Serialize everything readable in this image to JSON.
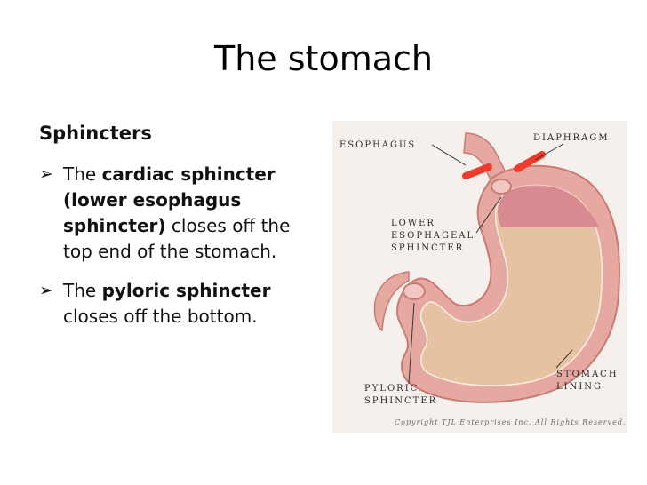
{
  "slide": {
    "title": "The stomach",
    "heading": "Sphincters",
    "bullets": [
      {
        "pre": "The ",
        "bold": "cardiac sphincter (lower esophagus sphincter)",
        "post": " closes off the top end of the stomach."
      },
      {
        "pre": "The ",
        "bold": "pyloric sphincter",
        "post": " closes off the bottom."
      }
    ]
  },
  "figure": {
    "labels": {
      "esophagus": "ESOPHAGUS",
      "diaphragm": "DIAPHRAGM",
      "les_1": "LOWER",
      "les_2": "ESOPHAGEAL",
      "les_3": "SPHINCTER",
      "pyloric_1": "PYLORIC",
      "pyloric_2": "SPHINCTER",
      "lining_1": "STOMACH",
      "lining_2": "LINING"
    },
    "copyright": "Copyright TJL Enterprises Inc. All Rights Reserved.",
    "colors": {
      "outer_wall": "#e6a9a1",
      "wall_edge": "#c97a72",
      "interior": "#e6c2a2",
      "upper_chamber": "#d98a90",
      "diaphragm": "#ef3b2b",
      "background": "#f6f0ec"
    }
  }
}
